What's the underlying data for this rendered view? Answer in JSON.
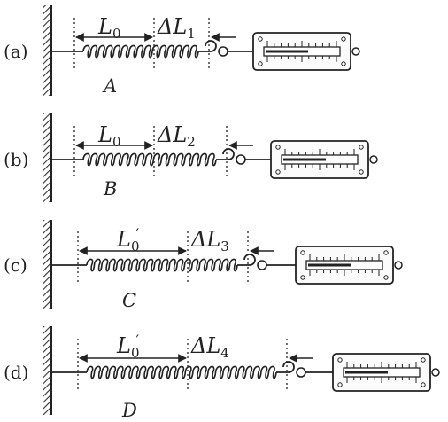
{
  "panels": [
    {
      "id": "a",
      "part_label": "(a)",
      "length_main": "L",
      "length_sub": "0",
      "length_prime": "",
      "delta_label": "ΔL",
      "delta_sub": "1",
      "spring_name": "A"
    },
    {
      "id": "b",
      "part_label": "(b)",
      "length_main": "L",
      "length_sub": "0",
      "length_prime": "",
      "delta_label": "ΔL",
      "delta_sub": "2",
      "spring_name": "B"
    },
    {
      "id": "c",
      "part_label": "(c)",
      "length_main": "L",
      "length_sub": "0",
      "length_prime": "′",
      "delta_label": "ΔL",
      "delta_sub": "3",
      "spring_name": "C"
    },
    {
      "id": "d",
      "part_label": "(d)",
      "length_main": "L",
      "length_sub": "0",
      "length_prime": "′",
      "delta_label": "ΔL",
      "delta_sub": "4",
      "spring_name": "D"
    }
  ]
}
